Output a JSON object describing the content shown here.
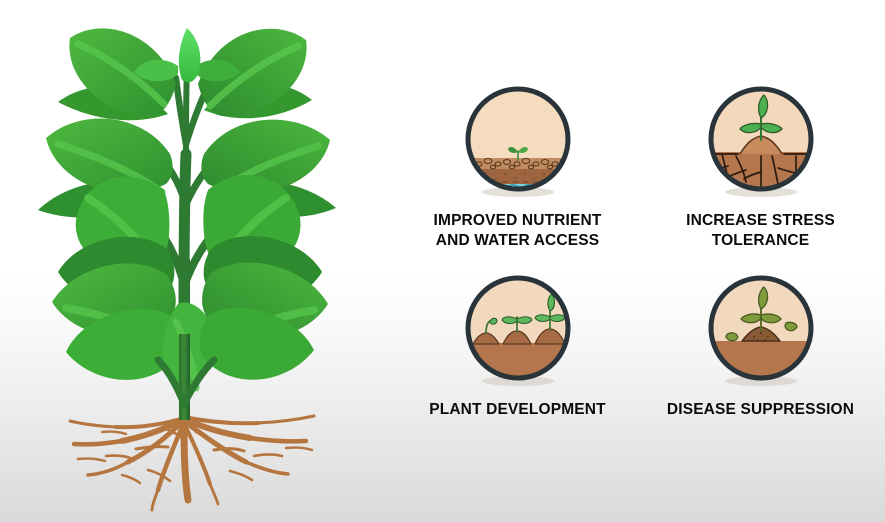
{
  "scene": {
    "background_top_color": "#ffffff",
    "background_bottom_color": "#d9d9d9",
    "title_text_color": "#0b0b0b"
  },
  "illustration": {
    "name": "plant-with-roots",
    "leaf_color": "#3aa935",
    "leaf_dark_color": "#2f8c2b",
    "leaf_highlight_color": "#55c04a",
    "bud_color": "#4cd964",
    "stem_color": "#2f7a33",
    "root_color": "#b5753f"
  },
  "benefits": [
    {
      "id": "improved-nutrient-and-water-access",
      "label": "IMPROVED NUTRIENT\nAND WATER ACCESS",
      "icon": "soil-layers-with-seedling-icon",
      "colors": {
        "ring": "#28333a",
        "sky": "#f5dcbe",
        "topsoil": "#c08b5e",
        "subsoil": "#9d6640",
        "water": "#35b6c9",
        "sprout": "#3c8f3a"
      }
    },
    {
      "id": "increase-stress-tolerance",
      "label": "INCREASE STRESS\nTOLERANCE",
      "icon": "cracked-soil-with-seedling-icon",
      "colors": {
        "ring": "#28333a",
        "sky": "#f3d8bb",
        "soil": "#b4764c",
        "mound": "#c98a5d",
        "crack": "#5c3a22",
        "leaf": "#4caf50"
      }
    },
    {
      "id": "plant-development",
      "label": "PLANT DEVELOPMENT",
      "icon": "three-growth-stages-icon",
      "colors": {
        "ring": "#28333a",
        "sky": "#f2d9bd",
        "soil": "#b4764c",
        "mound": "#a66b44",
        "leaf": "#4caf50"
      }
    },
    {
      "id": "disease-suppression",
      "label": "DISEASE SUPPRESSION",
      "icon": "seedling-with-falling-leaves-icon",
      "colors": {
        "ring": "#28333a",
        "sky": "#f2d9bd",
        "soil": "#b4764c",
        "mound": "#8a5a36",
        "leaf": "#7f9b3c"
      }
    }
  ]
}
